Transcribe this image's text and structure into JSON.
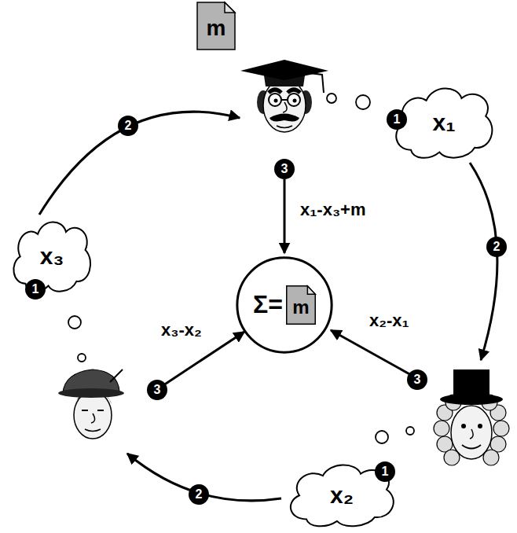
{
  "diagram": {
    "nodes": [
      {
        "text": [
          "m"
        ]
      },
      {
        "text": [
          "x₁"
        ]
      },
      {
        "text": [
          "x₃"
        ]
      },
      {
        "text": [
          "Σ="
        ]
      },
      {
        "text": [
          "m"
        ],
        "in": 3
      },
      {
        "text": [
          "x₂"
        ]
      }
    ],
    "labels": [
      "1",
      "2",
      "3",
      "x₁-x₃+m",
      "2",
      "1",
      "x₃-x₂",
      "x₂-x₁",
      "3",
      "3",
      "1",
      "2"
    ]
  }
}
